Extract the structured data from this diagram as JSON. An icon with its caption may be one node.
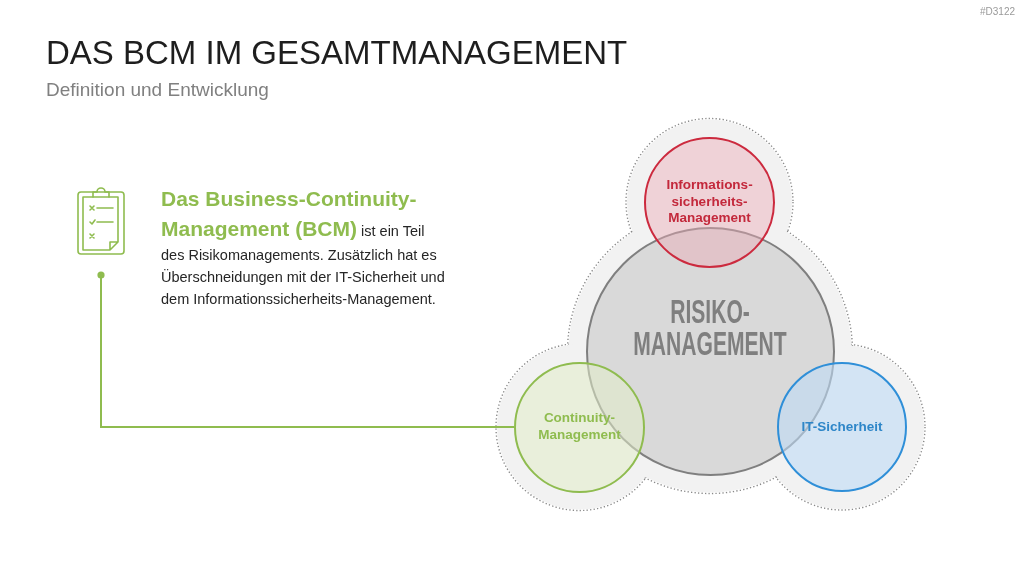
{
  "diagram": {
    "title": "DAS BCM IM GESAMTMANAGEMENT",
    "nodes": [
      {
        "text": [
          "**Das Business-Continuity-Management (BCM)** ist ein Teil des Risikomanagements. Zusätzlich hat es Überschneidungen mit der IT-Sicherheit und dem Informationssicherheits-Management."
        ]
      },
      {
        "text": [
          "Informations- sicherheits- Management"
        ]
      },
      {
        "text": [
          "RISIKO- MANAGEMENT"
        ]
      },
      {
        "text": [
          "Continuity- Management"
        ]
      },
      {
        "text": [
          "IT-Sicherheit"
        ]
      }
    ],
    "edges": [
      {
        "from": 0,
        "to": 3,
        "arrow": "other",
        "color": "#8fbc4f"
      }
    ],
    "labels": [
      "#D3122",
      "Definition und Entwicklung"
    ]
  }
}
